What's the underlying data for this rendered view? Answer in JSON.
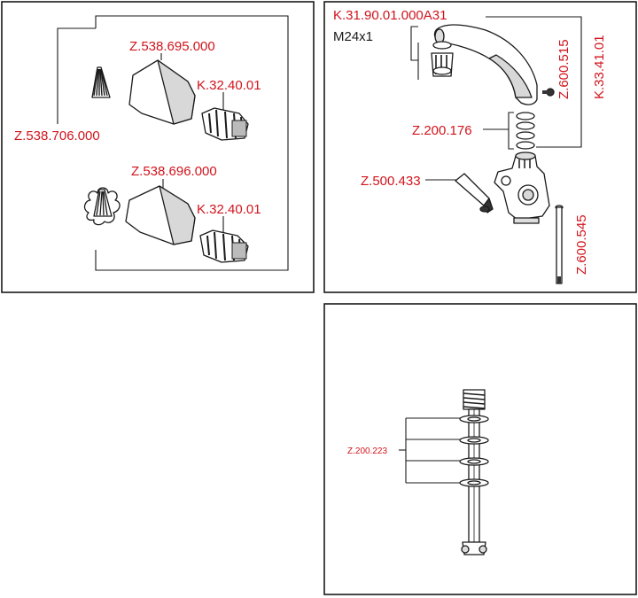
{
  "panels": {
    "handles": {
      "labels": {
        "cap": "Z.538.706.000",
        "handle_hot": "Z.538.695.000",
        "cartridge_hot": "K.32.40.01",
        "handle_cold": "Z.538.696.000",
        "cartridge_cold": "K.32.40.01"
      }
    },
    "spout": {
      "labels": {
        "spout": "K.31.90.01.000A31",
        "thread": "M24x1",
        "screw": "Z.600.515",
        "spout_kit": "K.33.41.01",
        "o_rings": "Z.200.176",
        "lever": "Z.500.433",
        "rod": "Z.600.545"
      }
    },
    "shank": {
      "labels": {
        "washers": "Z.200.223"
      }
    }
  }
}
